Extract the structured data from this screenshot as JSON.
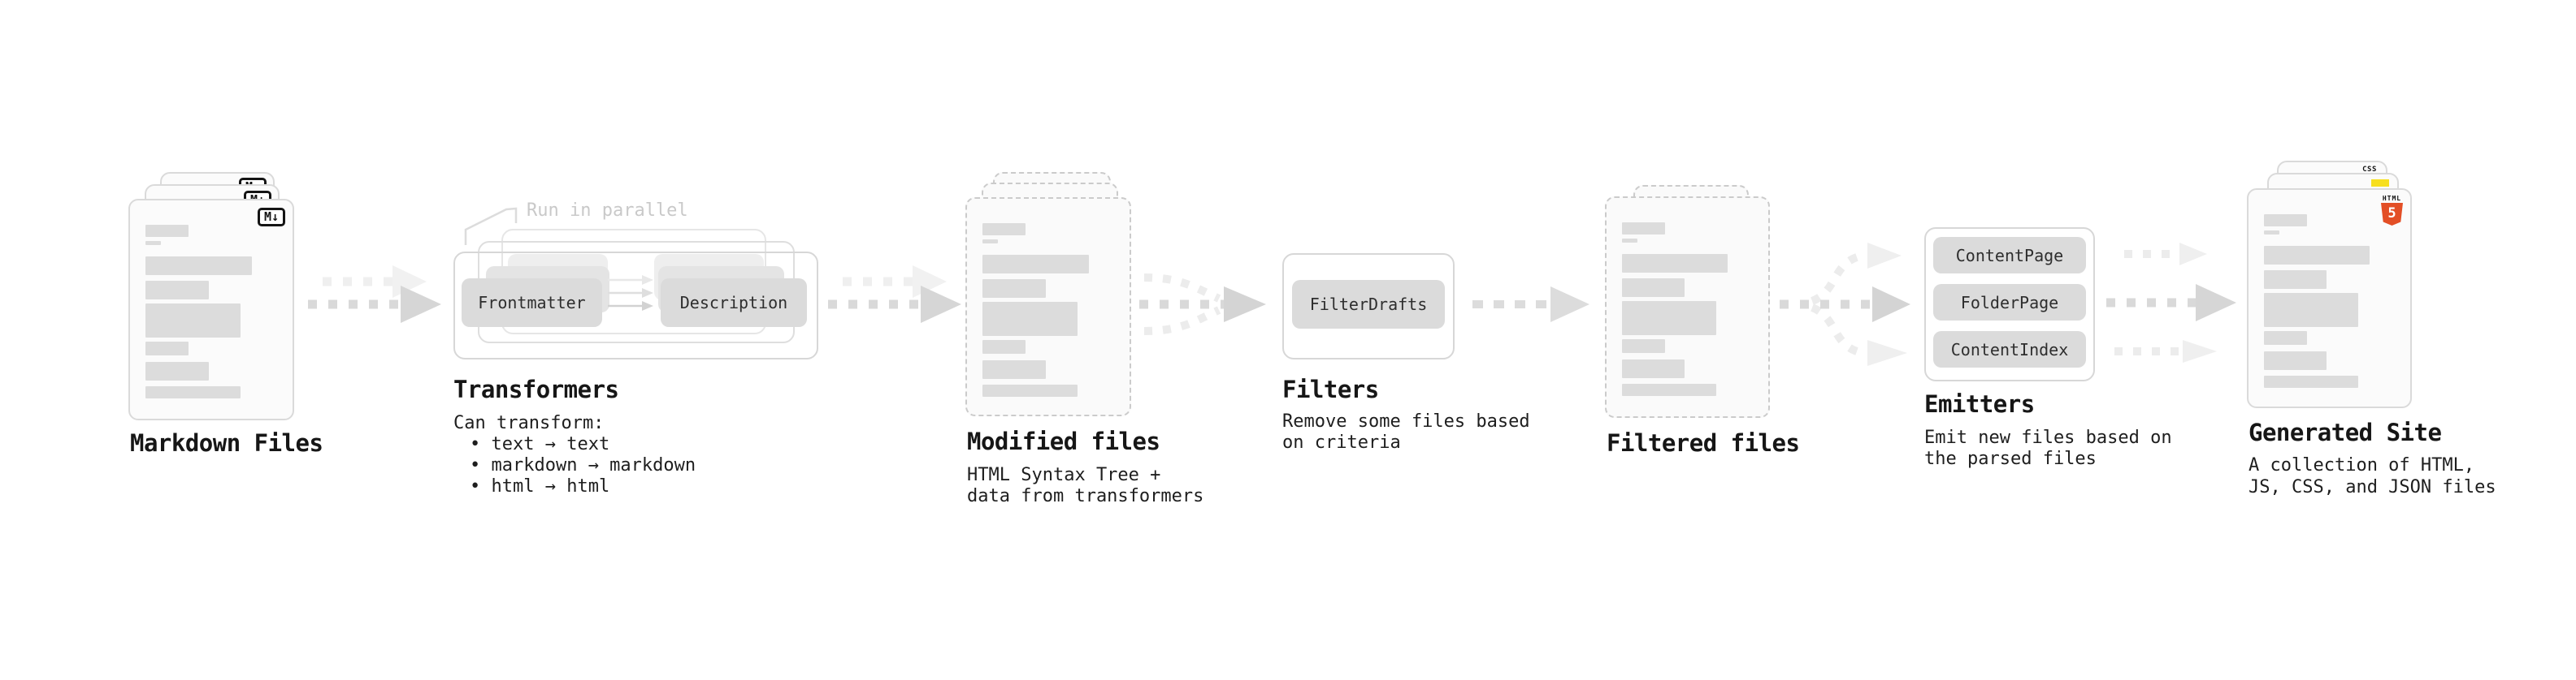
{
  "colors": {
    "html5_orange": "#e34f26",
    "js_yellow": "#f7df1e",
    "css_blue": "#2965f1"
  },
  "stages": {
    "markdown": {
      "title": "Markdown Files",
      "badge": "M↓"
    },
    "transformers": {
      "title": "Transformers",
      "parallel_note": "Run in parallel",
      "transformer1": "Frontmatter",
      "transformer2": "Description",
      "desc_heading": "Can transform:",
      "bullet1": "• text → text",
      "bullet2": "• markdown → markdown",
      "bullet3": "• html → html"
    },
    "modified": {
      "title": "Modified files",
      "desc_line1": "HTML Syntax Tree +",
      "desc_line2": "data from transformers"
    },
    "filters": {
      "title": "Filters",
      "filter1": "FilterDrafts",
      "desc_line1": "Remove some files based",
      "desc_line2": "on criteria"
    },
    "filtered": {
      "title": "Filtered files"
    },
    "emitters": {
      "title": "Emitters",
      "emitter1": "ContentPage",
      "emitter2": "FolderPage",
      "emitter3": "ContentIndex",
      "desc_line1": "Emit new files based on",
      "desc_line2": "the parsed files"
    },
    "generated": {
      "title": "Generated Site",
      "badge_css": "CSS",
      "badge_html": "HTML",
      "badge_html_number": "5",
      "desc_line1": "A collection of HTML,",
      "desc_line2": "JS, CSS, and JSON files"
    }
  }
}
